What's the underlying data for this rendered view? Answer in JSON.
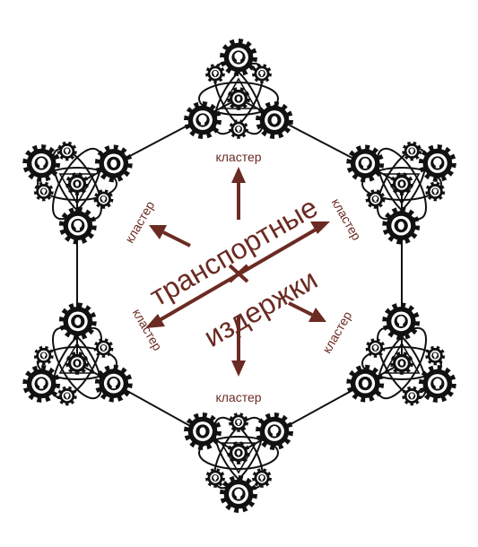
{
  "diagram": {
    "center_line1": "транспортные",
    "center_line2": "издержки",
    "cluster_labels": [
      "кластер",
      "кластер",
      "кластер",
      "кластер",
      "кластер",
      "кластер"
    ],
    "colors": {
      "accent": "#6b2a22",
      "gear": "#111111",
      "background": "#ffffff"
    },
    "icons": [
      "gear-icon",
      "lightbulb-icon",
      "bug-icon"
    ]
  }
}
